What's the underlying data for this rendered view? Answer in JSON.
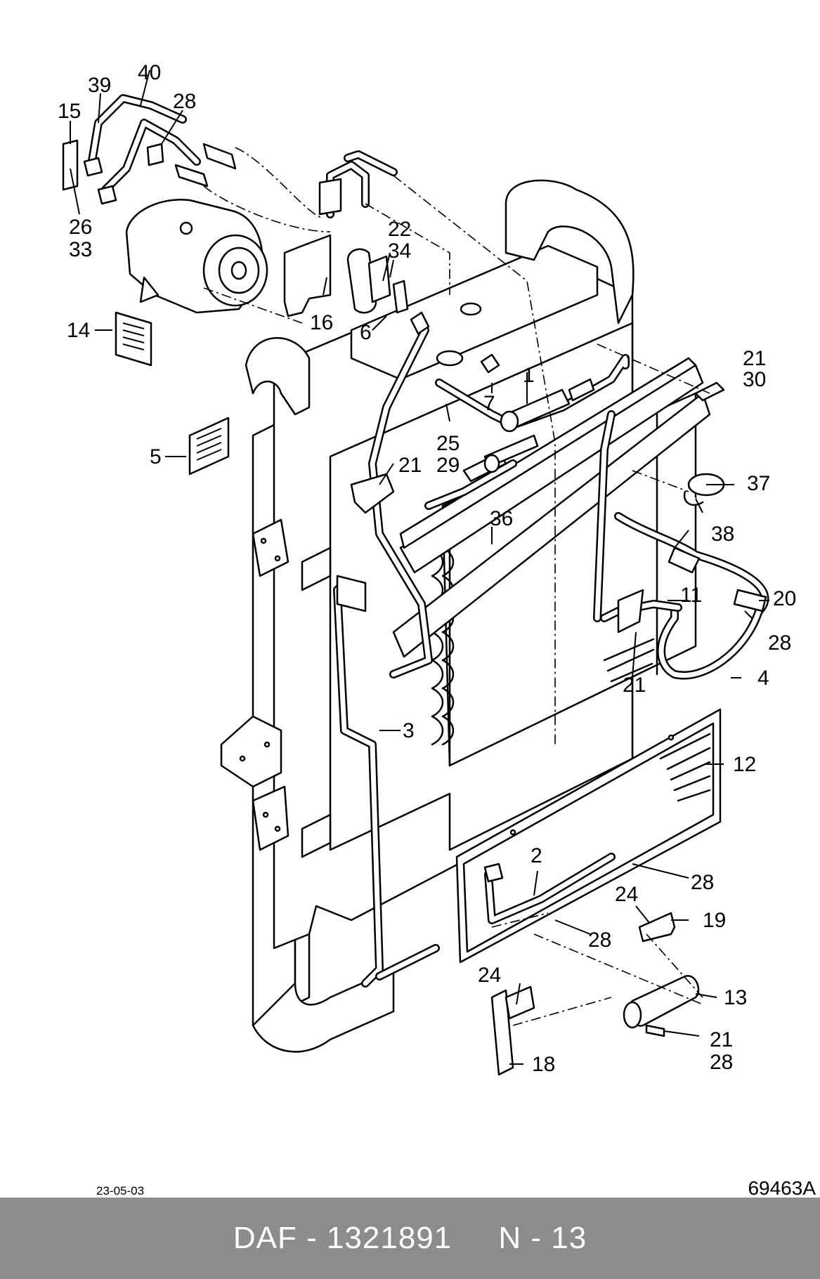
{
  "labels": {
    "l1": "1",
    "l2": "2",
    "l3": "3",
    "l4": "4",
    "l5": "5",
    "l6": "6",
    "l7": "7",
    "l11": "11",
    "l12": "12",
    "l13": "13",
    "l14": "14",
    "l15": "15",
    "l16": "16",
    "l18": "18",
    "l19": "19",
    "l20": "20",
    "l21a": "21",
    "l30": "30",
    "l21b": "21",
    "l21c": "21",
    "l21d": "21",
    "l28e": "28",
    "l22": "22",
    "l34": "34",
    "l24a": "24",
    "l24b": "24",
    "l25": "25",
    "l29": "29",
    "l26": "26",
    "l33": "33",
    "l28a": "28",
    "l28b": "28",
    "l28c": "28",
    "l28d": "28",
    "l36": "36",
    "l37": "37",
    "l38": "38",
    "l39": "39",
    "l40": "40"
  },
  "date": "23-05-03",
  "drawing_number": "69463A",
  "footer": {
    "brand": "DAF",
    "part_number": "1321891",
    "page": "N - 13",
    "text": "DAF - 1321891     N - 13"
  }
}
